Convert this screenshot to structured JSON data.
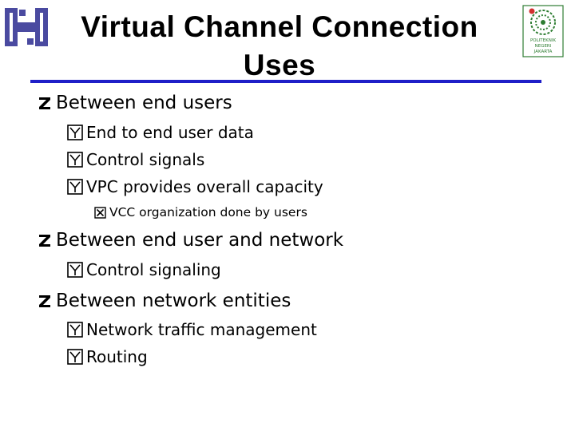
{
  "slide": {
    "title_line1": "Virtual Channel Connection",
    "title_line2": "Uses",
    "accent_color": "#1f1fc8",
    "logo_left_icon": "h-shaped-logo-icon",
    "logo_right_icon": "polytechnic-logo-icon",
    "logo_right_text": [
      "POLITEKNIK",
      "NEGERI",
      "JAKARTA"
    ]
  },
  "bullets": [
    {
      "level": 1,
      "marker": "z",
      "text": "Between end users"
    },
    {
      "level": 2,
      "marker": "y",
      "text": "End to end user data"
    },
    {
      "level": 2,
      "marker": "y",
      "text": "Control signals"
    },
    {
      "level": 2,
      "marker": "y",
      "text": "VPC provides overall capacity"
    },
    {
      "level": 3,
      "marker": "x",
      "text": "VCC organization done by users"
    },
    {
      "level": 1,
      "marker": "z",
      "text": "Between end user and network"
    },
    {
      "level": 2,
      "marker": "y",
      "text": "Control signaling"
    },
    {
      "level": 1,
      "marker": "z",
      "text": "Between network entities"
    },
    {
      "level": 2,
      "marker": "y",
      "text": "Network traffic management"
    },
    {
      "level": 2,
      "marker": "y",
      "text": "Routing"
    }
  ]
}
